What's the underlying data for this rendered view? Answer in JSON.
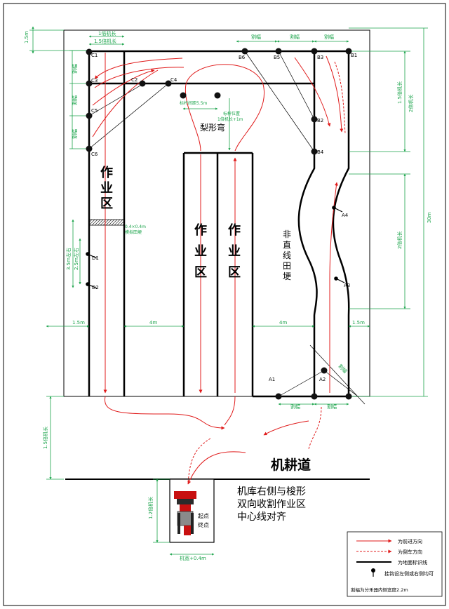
{
  "colors": {
    "line": "#000000",
    "dim": "#1aa34a",
    "forward": "#e01b1b",
    "reverse": "#e01b1b",
    "field": "#ffffff"
  },
  "labels": {
    "work_zone_left": [
      "作",
      "业",
      "区"
    ],
    "work_zone_mid": [
      "作",
      "业",
      "区"
    ],
    "work_zone_right": [
      "作",
      "业",
      "区"
    ],
    "pear_turn": "梨形弯",
    "nonstraight": [
      "非",
      "直",
      "线",
      "田",
      "埂"
    ],
    "road": "机耕道",
    "instruction": [
      "机库右侧与梭形",
      "双向收割作业区",
      "中心线对齐"
    ],
    "start": "起点",
    "end": "终点",
    "pole_spacing": "标杆间距5.5m",
    "pole_position": [
      "标杆位置",
      "1倍机长+1m"
    ],
    "sim_ridge": [
      "0.4×0.4m",
      "模拟田埂"
    ]
  },
  "points": {
    "C1": "C1",
    "C3": "C3",
    "C5": "C5",
    "C6": "C6",
    "C2": "C2",
    "C4": "C4",
    "B6": "B6",
    "B5": "B5",
    "B3": "B3",
    "B1": "B1",
    "B2": "B2",
    "B4": "B4",
    "A4": "A4",
    "A3": "A3",
    "A2": "A2",
    "A1": "A1",
    "D1": "D1",
    "D2": "D2"
  },
  "dims": {
    "top_margin": "1.5m",
    "machine_length_1": "1倍机长",
    "machine_length_1b": "1.5倍机长",
    "cut_width": "割幅",
    "len_15": "1.5倍机长",
    "len_2": "2倍机长",
    "len_2b": "2倍机长",
    "total": "30m",
    "left_15": "1.5m",
    "four_m_left": "4m",
    "four_m_right": "4m",
    "right_15": "1.5m",
    "road_gap": "1.5倍机长",
    "garage_len": "1.2倍机长",
    "garage_width": "机宽+0.4m",
    "d_spacing": "2.5m左右",
    "d_spacing_outer": "3.5m左右",
    "cut_width_bottom": "割幅"
  },
  "legend": {
    "forward": "为前进方向",
    "reverse": "为倒车方向",
    "ground_line": "为地面标识线",
    "hook": "挂钩设左侧或右侧均可",
    "note": "割幅为分禾器内侧宽度2.2m"
  }
}
